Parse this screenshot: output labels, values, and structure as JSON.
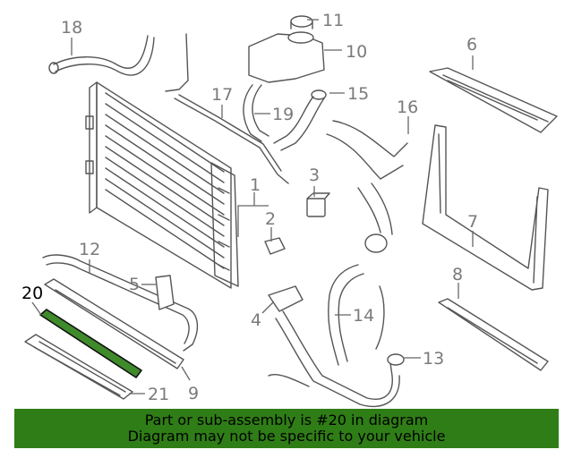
{
  "diagram": {
    "callouts": {
      "c1": "1",
      "c2": "2",
      "c3": "3",
      "c4": "4",
      "c5": "5",
      "c6": "6",
      "c7": "7",
      "c8": "8",
      "c9": "9",
      "c10": "10",
      "c11": "11",
      "c12": "12",
      "c13": "13",
      "c14": "14",
      "c15": "15",
      "c16": "16",
      "c17": "17",
      "c18": "18",
      "c19": "19",
      "c20": "20",
      "c21": "21"
    },
    "highlighted_part": "20",
    "highlight_color": "#3f8a2a"
  },
  "banner": {
    "line1": "Part or sub-assembly is #20 in diagram",
    "line2": "Diagram may not be specific to your vehicle",
    "background": "#2f7d16"
  }
}
